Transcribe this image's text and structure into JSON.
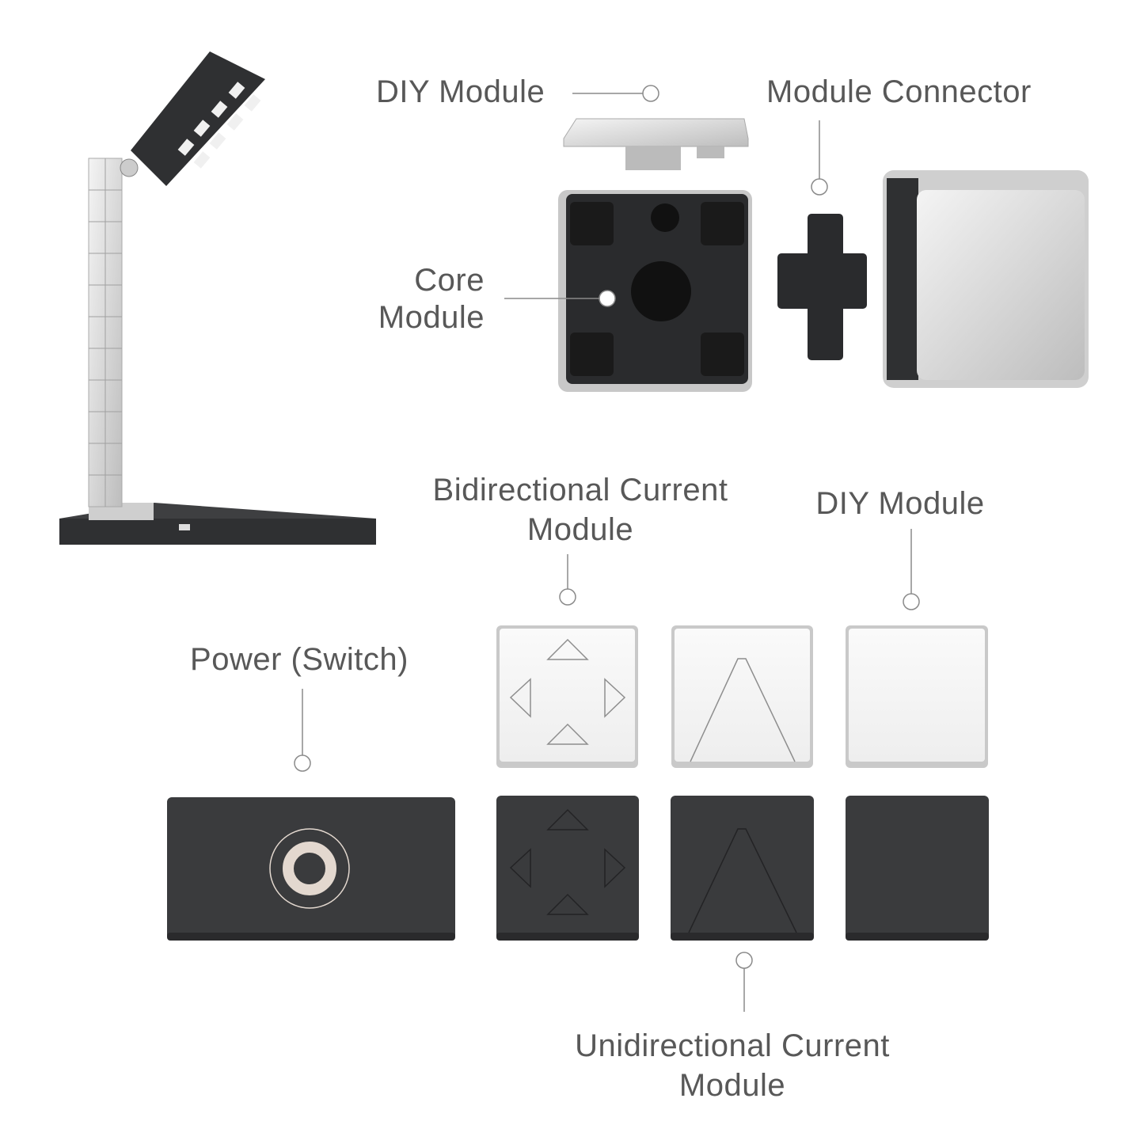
{
  "labels": {
    "diy_module_top": "DIY Module",
    "module_connector": "Module Connector",
    "core_module_line1": "Core",
    "core_module_line2": "Module",
    "bidirectional_line1": "Bidirectional Current",
    "bidirectional_line2": "Module",
    "diy_module_right": "DIY Module",
    "power_switch": "Power (Switch)",
    "unidirectional_line1": "Unidirectional Current",
    "unidirectional_line2": "Module"
  },
  "colors": {
    "text": "#585858",
    "callout_line": "#8a8a8a",
    "dark_module": "#3a3b3d",
    "silver_module": "#d9d9d9",
    "power_ring": "#e3d8cf"
  }
}
